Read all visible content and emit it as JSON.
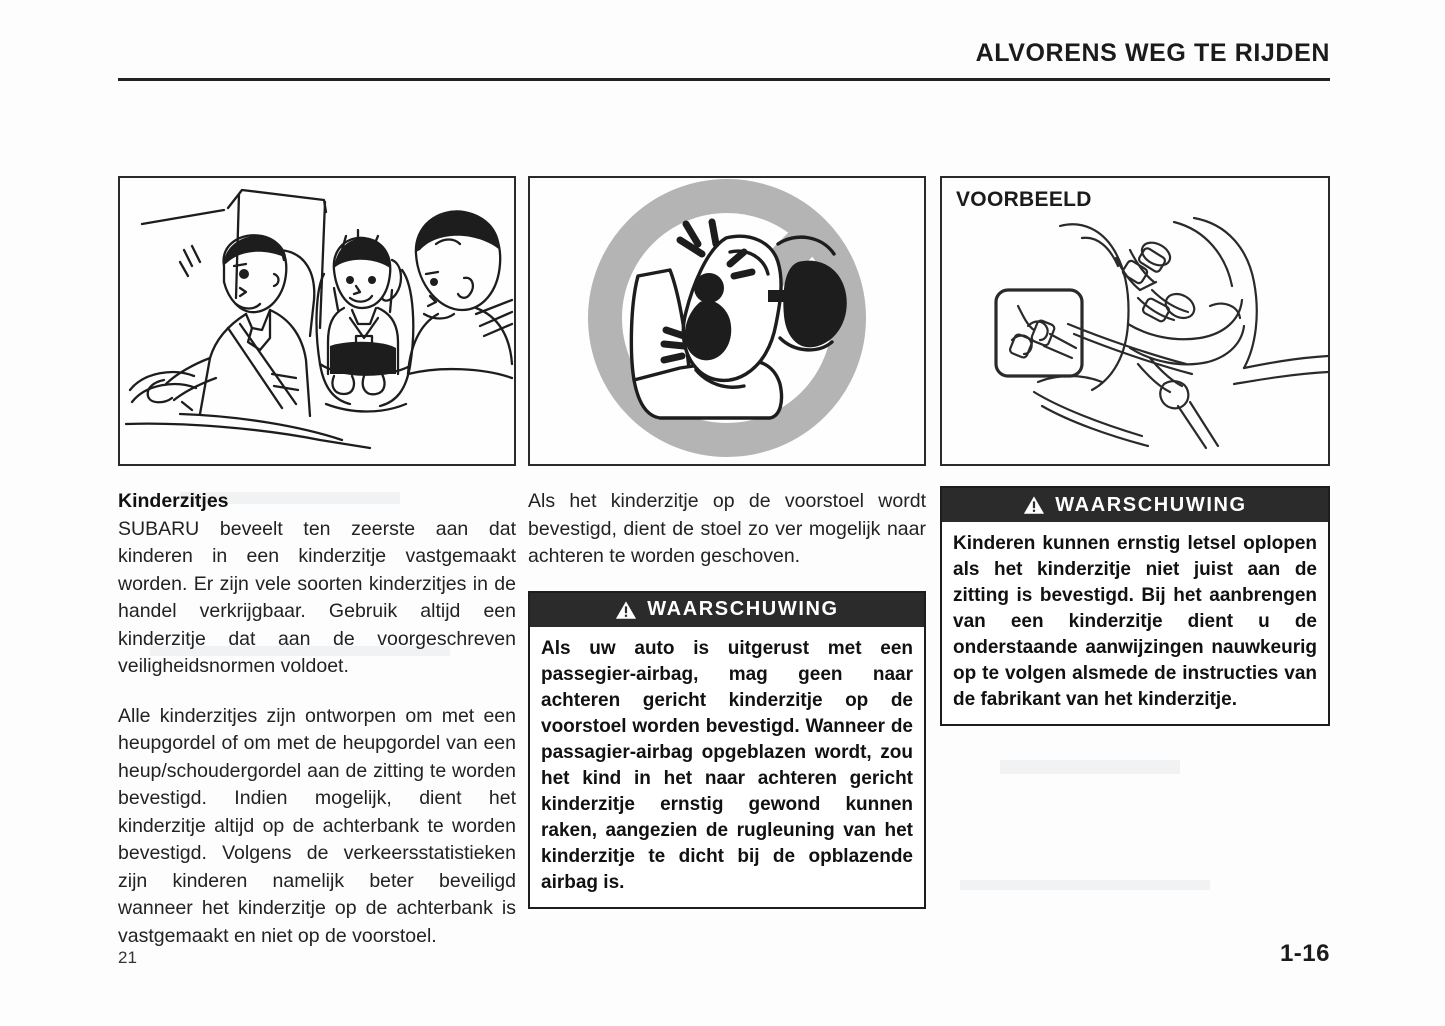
{
  "header": {
    "title": "ALVORENS WEG TE RIJDEN"
  },
  "figures": {
    "left": {
      "name": "car-interior-children-illustration",
      "alt": "Lijntekening van auto-interieur met bestuurder, kind in kinderzitje en passagier"
    },
    "middle": {
      "name": "no-rear-facing-child-seat-front-airbag-illustration",
      "alt": "Verbodssymbool: naar achteren gericht kinderzitje op voorstoel met airbag"
    },
    "right": {
      "name": "child-seat-belt-routing-illustration",
      "label": "VOORBEELD",
      "alt": "Kinderzitje vastgemaakt met gordel, met detailvenster van gordelslot"
    }
  },
  "left_column": {
    "heading": "Kinderzitjes",
    "paragraphs": [
      "SUBARU beveelt ten zeerste aan dat kinderen in een kinderzitje vastgemaakt worden. Er zijn vele soorten kinderzitjes in de handel verkrijgbaar. Gebruik altijd een kinderzitje dat aan de voorgeschreven veiligheidsnormen voldoet.",
      "Alle kinderzitjes zijn ontworpen om met een heupgordel of om met de heupgordel van een heup/schoudergordel aan de zitting te worden bevestigd. Indien mogelijk, dient het kinderzitje altijd op de achterbank te worden bevestigd. Volgens de verkeersstatistieken zijn kinderen namelijk beter beveiligd wanneer het kinderzitje op de achterbank is vastgemaakt en niet op de voorstoel."
    ]
  },
  "middle_column": {
    "paragraph": "Als het kinderzitje op de voorstoel wordt bevestigd, dient de stoel zo ver mogelijk naar achteren te worden geschoven.",
    "warning": {
      "label": "WAARSCHUWING",
      "icon": "warning-triangle-icon",
      "text": "Als uw auto is uitgerust met een passegier-airbag, mag geen naar achteren gericht kinderzitje op de voorstoel worden bevestigd. Wanneer de passagier-airbag opgeblazen wordt, zou het kind in het naar achteren gericht kinderzitje ernstig gewond kunnen raken, aangezien de rugleuning van het kinderzitje te dicht bij de opblazende airbag is."
    }
  },
  "right_column": {
    "warning": {
      "label": "WAARSCHUWING",
      "icon": "warning-triangle-icon",
      "text": "Kinderen kunnen ernstig letsel oplopen als het kinderzitje niet juist aan de zitting is bevestigd. Bij het aanbrengen van een kinderzitje dient u de onderstaande aanwijzingen nauwkeurig op te volgen alsmede de instructies van de fabrikant van het kinderzitje."
    }
  },
  "footer": {
    "page_number": "21",
    "section_number": "1-16"
  },
  "colors": {
    "ink": "#1b1b1b",
    "warning_bar": "#2b2b2b",
    "paper": "#fdfdfd",
    "prohibition_gray": "#b4b4b4"
  }
}
